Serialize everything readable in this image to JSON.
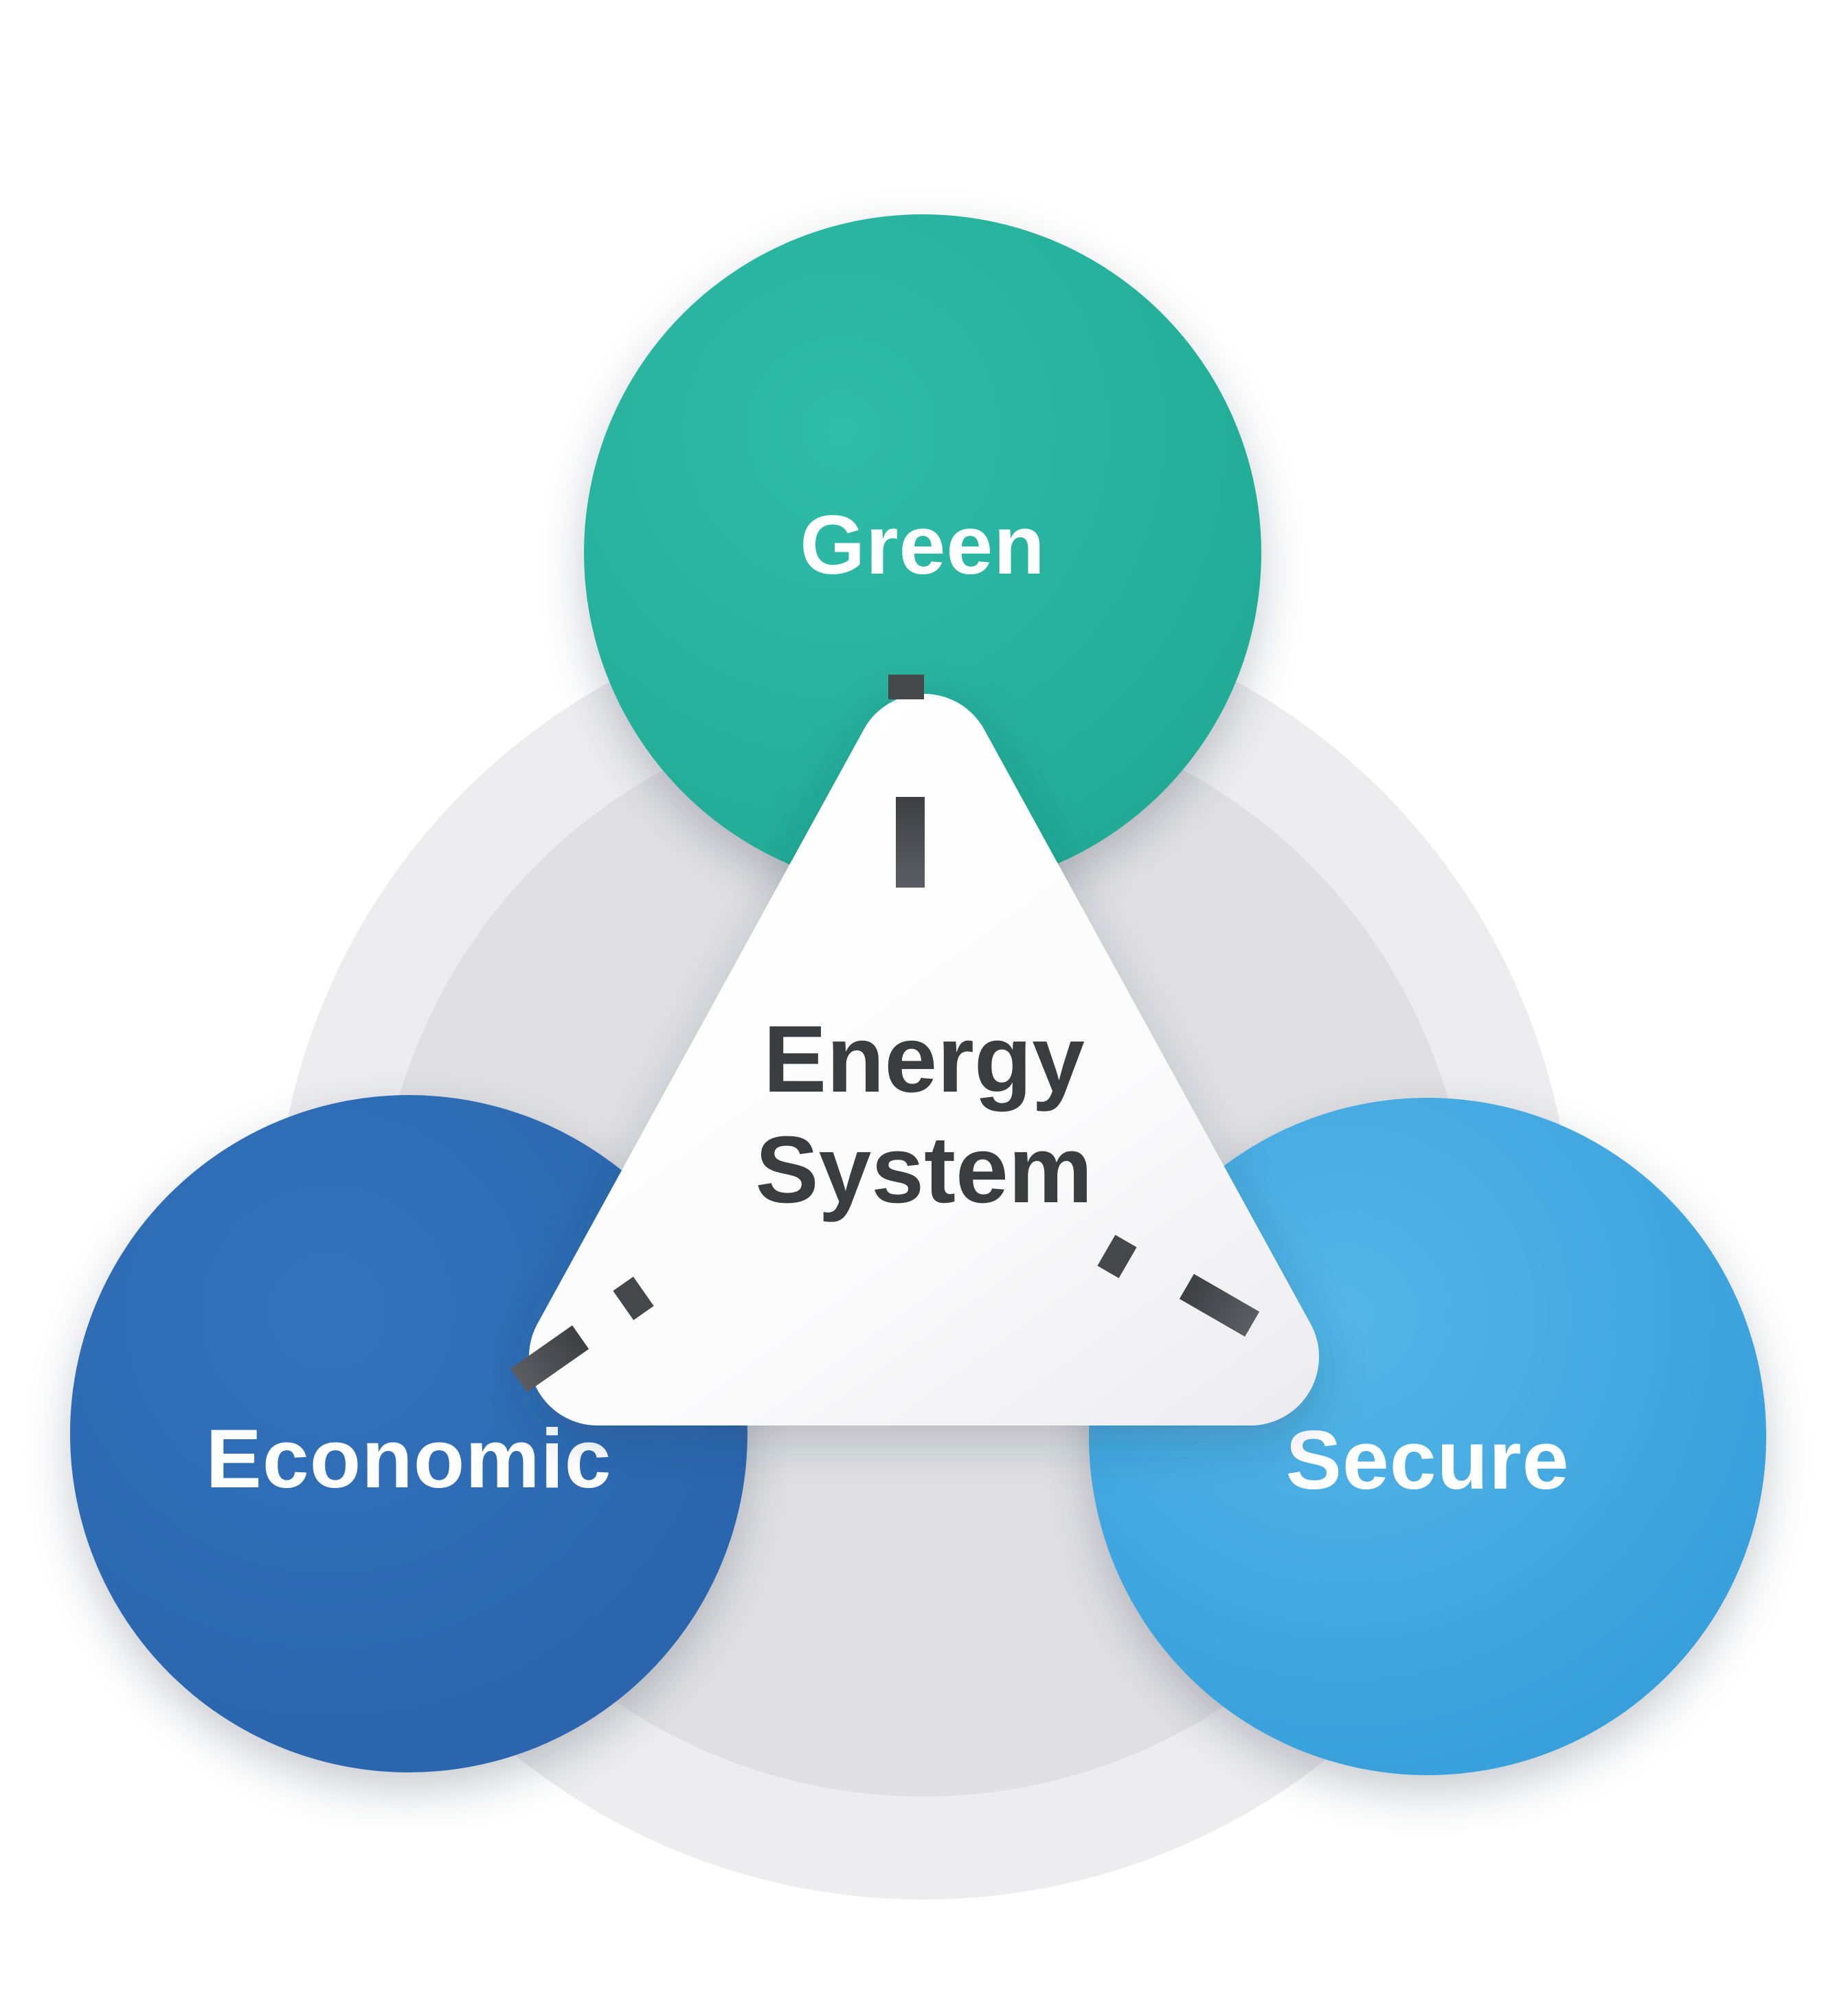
{
  "diagram": {
    "center_label": "Energy\nSystem",
    "nodes": [
      {
        "id": "green",
        "label": "Green",
        "color": "#25b29e",
        "position": "top"
      },
      {
        "id": "economic",
        "label": "Economic",
        "color": "#2d69b1",
        "position": "bottom-left"
      },
      {
        "id": "secure",
        "label": "Secure",
        "color": "#41a8e0",
        "position": "bottom-right"
      }
    ],
    "colors": {
      "background_ring": "#ededef",
      "background_disk": "#e0e0e3",
      "triangle_fill": "#ffffff",
      "center_text": "#3b3c40",
      "node_text": "#ffffff",
      "notch": "#46474b"
    }
  }
}
